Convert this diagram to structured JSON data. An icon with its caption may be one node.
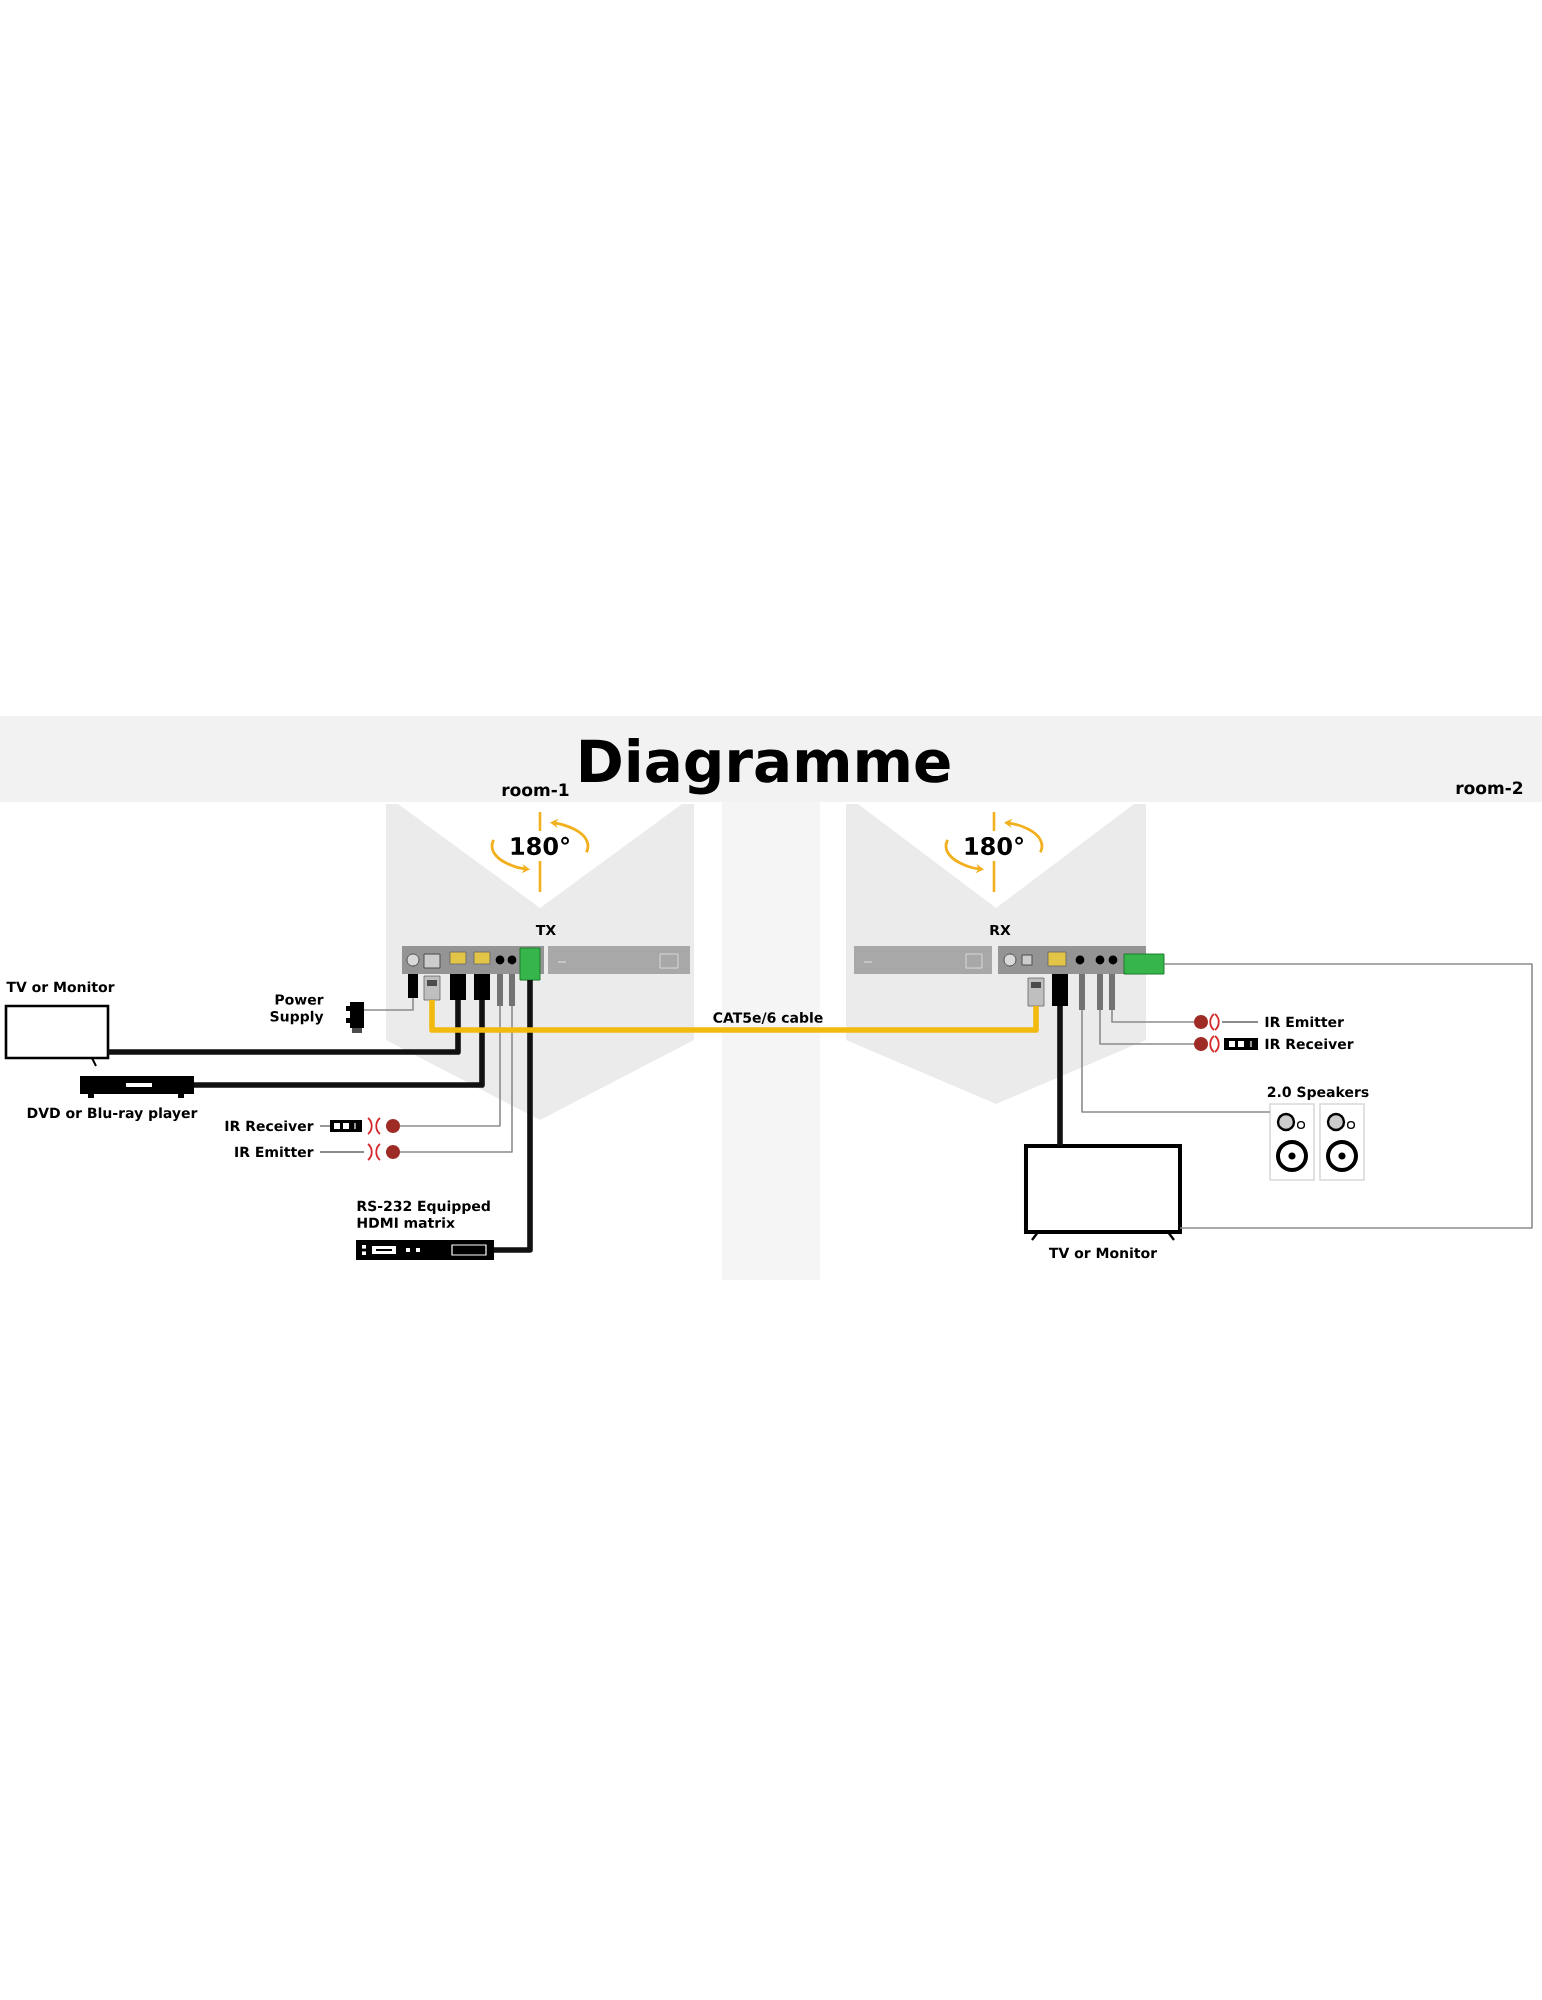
{
  "diagram": {
    "title": "Diagramme",
    "nodes": [
      {
        "text": [
          "TX"
        ]
      },
      {
        "text": [
          "RX"
        ]
      },
      {
        "text": [
          "TV or Monitor"
        ]
      },
      {
        "text": [
          "Power Supply"
        ]
      },
      {
        "text": [
          "DVD or Blu-ray player"
        ]
      },
      {
        "text": [
          "IR Receiver"
        ]
      },
      {
        "text": [
          "IR Emitter"
        ]
      },
      {
        "text": [
          "RS-232 Equipped HDMI matrix"
        ]
      },
      {
        "text": [
          "IR Emitter"
        ]
      },
      {
        "text": [
          "IR Receiver"
        ]
      },
      {
        "text": [
          "2.0 Speakers"
        ]
      },
      {
        "text": [
          "TV or Monitor"
        ]
      }
    ],
    "edges": [
      {
        "from": 0,
        "to": 2,
        "arrow": "none",
        "style": "thick",
        "color": "#111111"
      },
      {
        "from": 0,
        "to": 4,
        "arrow": "none",
        "style": "thick",
        "color": "#111111"
      },
      {
        "from": 0,
        "to": 3,
        "arrow": "none"
      },
      {
        "from": 0,
        "to": 5,
        "arrow": "none"
      },
      {
        "from": 0,
        "to": 6,
        "arrow": "none"
      },
      {
        "from": 0,
        "to": 7,
        "arrow": "none",
        "style": "thick",
        "color": "#111111"
      },
      {
        "from": 0,
        "to": 1,
        "arrow": "none",
        "label": "CAT5e/6 cable",
        "style": "thick",
        "color": "#f2b90f"
      },
      {
        "from": 1,
        "to": 11,
        "arrow": "none",
        "style": "thick",
        "color": "#111111"
      },
      {
        "from": 1,
        "to": 10,
        "arrow": "none"
      },
      {
        "from": 1,
        "to": 9,
        "arrow": "none"
      },
      {
        "from": 1,
        "to": 8,
        "arrow": "none"
      },
      {
        "from": 1,
        "to": 11,
        "arrow": "none"
      }
    ],
    "labels": [
      "room-1",
      "room-2",
      "180°",
      "180°"
    ]
  }
}
